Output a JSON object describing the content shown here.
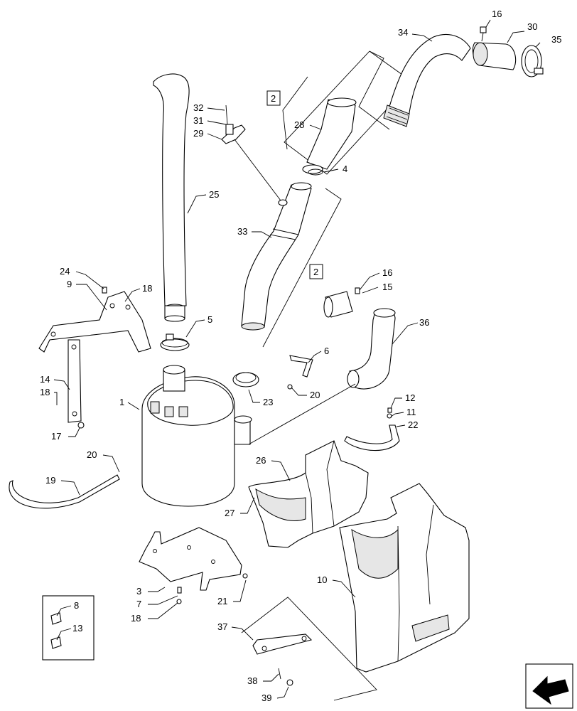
{
  "callouts": [
    {
      "id": "c16a",
      "text": "16"
    },
    {
      "id": "c30",
      "text": "30"
    },
    {
      "id": "c34",
      "text": "34"
    },
    {
      "id": "c35",
      "text": "35"
    },
    {
      "id": "c2a",
      "text": "2"
    },
    {
      "id": "c32",
      "text": "32"
    },
    {
      "id": "c31",
      "text": "31"
    },
    {
      "id": "c29",
      "text": "29"
    },
    {
      "id": "c28",
      "text": "28"
    },
    {
      "id": "c4",
      "text": "4"
    },
    {
      "id": "c25",
      "text": "25"
    },
    {
      "id": "c33",
      "text": "33"
    },
    {
      "id": "c2b",
      "text": "2"
    },
    {
      "id": "c16b",
      "text": "16"
    },
    {
      "id": "c15",
      "text": "15"
    },
    {
      "id": "c24",
      "text": "24"
    },
    {
      "id": "c9",
      "text": "9"
    },
    {
      "id": "c18a",
      "text": "18"
    },
    {
      "id": "c5",
      "text": "5"
    },
    {
      "id": "c36",
      "text": "36"
    },
    {
      "id": "c6",
      "text": "6"
    },
    {
      "id": "c14",
      "text": "14"
    },
    {
      "id": "c18b",
      "text": "18"
    },
    {
      "id": "c20a",
      "text": "20"
    },
    {
      "id": "c1",
      "text": "1"
    },
    {
      "id": "c23",
      "text": "23"
    },
    {
      "id": "c12",
      "text": "12"
    },
    {
      "id": "c11",
      "text": "11"
    },
    {
      "id": "c22",
      "text": "22"
    },
    {
      "id": "c17",
      "text": "17"
    },
    {
      "id": "c20b",
      "text": "20"
    },
    {
      "id": "c26",
      "text": "26"
    },
    {
      "id": "c19",
      "text": "19"
    },
    {
      "id": "c27",
      "text": "27"
    },
    {
      "id": "c10",
      "text": "10"
    },
    {
      "id": "c3",
      "text": "3"
    },
    {
      "id": "c7",
      "text": "7"
    },
    {
      "id": "c21",
      "text": "21"
    },
    {
      "id": "c18c",
      "text": "18"
    },
    {
      "id": "c8",
      "text": "8"
    },
    {
      "id": "c13",
      "text": "13"
    },
    {
      "id": "c37",
      "text": "37"
    },
    {
      "id": "c38",
      "text": "38"
    },
    {
      "id": "c39",
      "text": "39"
    }
  ]
}
